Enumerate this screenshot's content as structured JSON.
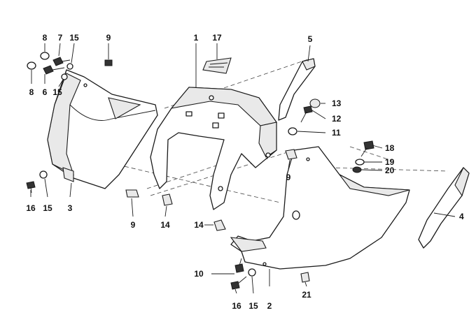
{
  "callouts": [
    {
      "label": "1"
    },
    {
      "label": "2"
    },
    {
      "label": "3"
    },
    {
      "label": "4"
    },
    {
      "label": "5"
    },
    {
      "label": "6"
    },
    {
      "label": "7"
    },
    {
      "label": "8"
    },
    {
      "label": "8"
    },
    {
      "label": "9"
    },
    {
      "label": "9"
    },
    {
      "label": "9"
    },
    {
      "label": "10"
    },
    {
      "label": "11"
    },
    {
      "label": "12"
    },
    {
      "label": "13"
    },
    {
      "label": "14"
    },
    {
      "label": "14"
    },
    {
      "label": "15"
    },
    {
      "label": "15"
    },
    {
      "label": "15"
    },
    {
      "label": "15"
    },
    {
      "label": "16"
    },
    {
      "label": "16"
    },
    {
      "label": "17"
    },
    {
      "label": "18"
    },
    {
      "label": "19"
    },
    {
      "label": "20"
    },
    {
      "label": "21"
    }
  ],
  "colors": {
    "line": "#1a1a1a",
    "fill": "#ffffff"
  }
}
